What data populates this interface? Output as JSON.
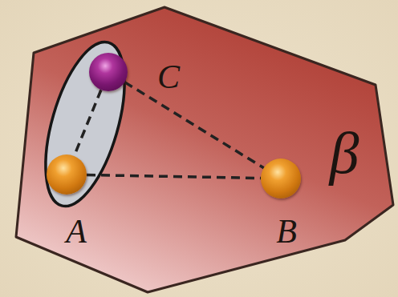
{
  "diagram": {
    "nodes": [
      {
        "text": [
          "β"
        ]
      },
      {
        "text": [
          "C"
        ],
        "in": 0
      },
      {
        "text": [
          "A"
        ],
        "in": 0
      },
      {
        "text": [
          "B"
        ],
        "in": 0
      }
    ],
    "edges": [
      {
        "from": 1,
        "to": 2,
        "arrow": "none"
      },
      {
        "from": 2,
        "to": 3,
        "arrow": "none"
      },
      {
        "from": 1,
        "to": 3,
        "arrow": "none"
      }
    ]
  }
}
